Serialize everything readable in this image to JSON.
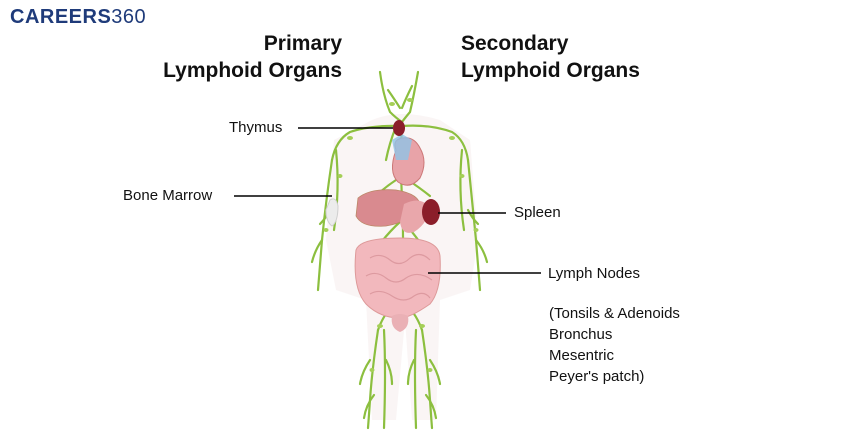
{
  "logo": {
    "brand": "CAREERS",
    "number": "360"
  },
  "headings": {
    "primary_line1": "Primary",
    "primary_line2": "Lymphoid Organs",
    "secondary_line1": "Secondary",
    "secondary_line2": "Lymphoid Organs"
  },
  "labels": {
    "thymus": "Thymus",
    "bone_marrow": "Bone Marrow",
    "spleen": "Spleen",
    "lymph_nodes": "Lymph Nodes"
  },
  "lymph_node_sites": [
    "(Tonsils & Adenoids",
    "Bronchus",
    "Mesentric",
    "Peyer's patch)"
  ],
  "colors": {
    "lymph_vessel": "#8cbf3f",
    "organ_red": "#8b1e2a",
    "organ_pink": "#e8a3a8",
    "intestine": "#f2b8bd",
    "liver": "#d98a8f",
    "leader_line": "#000000"
  }
}
